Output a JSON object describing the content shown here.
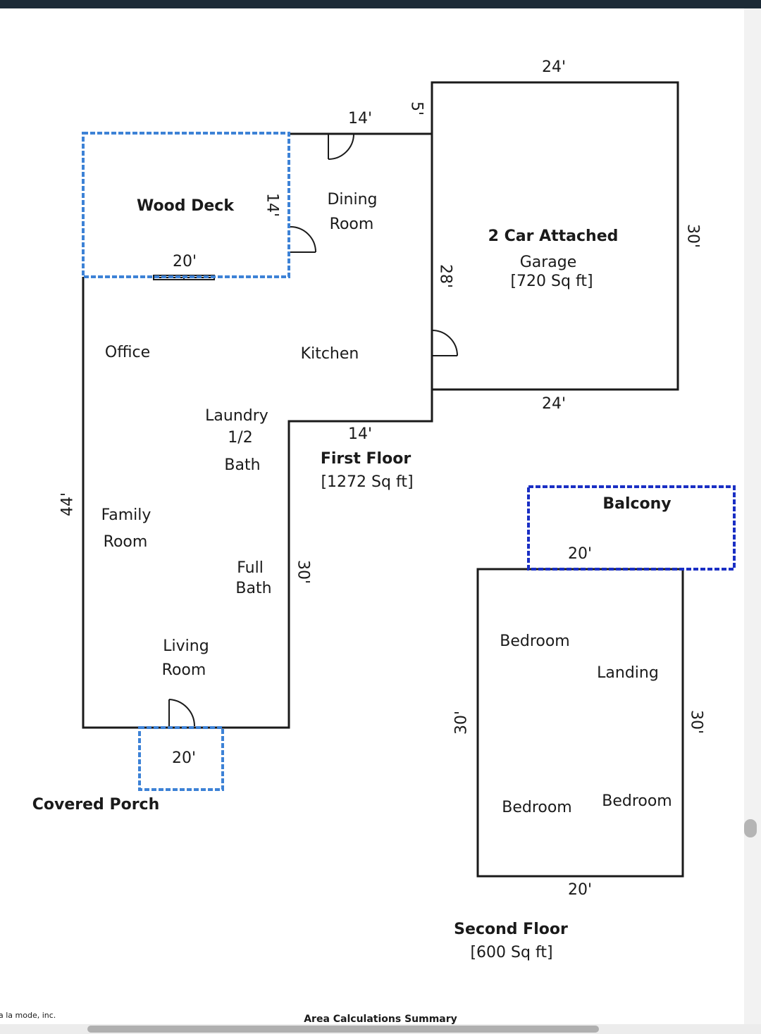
{
  "floor_plan": {
    "first_floor": {
      "title": "First Floor",
      "area": "[1272 Sq ft]"
    },
    "second_floor": {
      "title": "Second Floor",
      "area": "[600 Sq ft]"
    },
    "rooms": {
      "wood_deck": "Wood Deck",
      "dining": "Dining",
      "dining_room": "Room",
      "garage_title": "2 Car Attached",
      "garage_sub": "Garage",
      "garage_area": "[720 Sq ft]",
      "office": "Office",
      "kitchen": "Kitchen",
      "laundry": "Laundry",
      "half": "1/2",
      "bath": "Bath",
      "family": "Family",
      "family_room": "Room",
      "full": "Full",
      "full_bath": "Bath",
      "living": "Living",
      "living_room": "Room",
      "covered_porch": "Covered Porch",
      "balcony": "Balcony",
      "bedroom_1": "Bedroom",
      "landing": "Landing",
      "bedroom_2": "Bedroom",
      "bedroom_3": "Bedroom"
    },
    "dimensions": {
      "dining_top": "14'",
      "step": "5'",
      "garage_top": "24'",
      "deck_side": "14'",
      "deck_bottom": "20'",
      "garage_right": "30'",
      "garage_left": "28'",
      "garage_bottom": "24'",
      "notch": "14'",
      "house_left": "44'",
      "house_right": "30'",
      "porch": "20'",
      "balcony": "20'",
      "second_left": "30'",
      "second_right": "30'",
      "second_bottom": "20'"
    }
  },
  "footer": {
    "copyright": "a la mode, inc.",
    "summary_title": "Area Calculations Summary"
  },
  "colors": {
    "wall": "#1a1a1a",
    "exterior_dashed_light": "#3d82d6",
    "exterior_dashed_dark": "#1a2fc4"
  }
}
